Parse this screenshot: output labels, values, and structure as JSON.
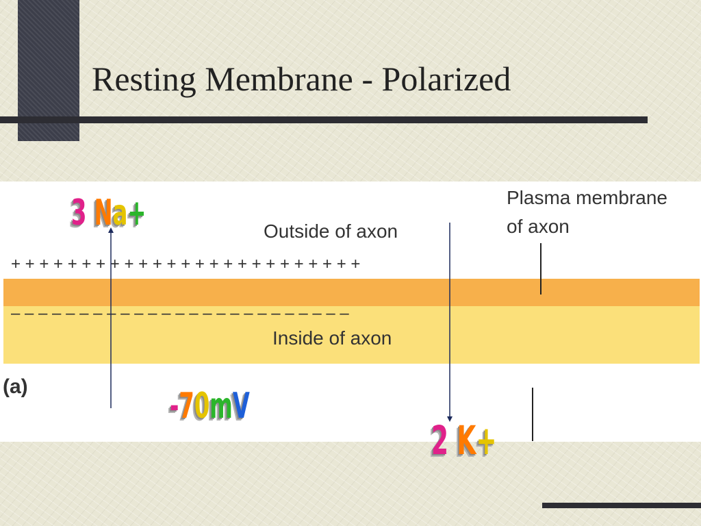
{
  "slide": {
    "title": "Resting Membrane - Polarized"
  },
  "diagram": {
    "outside_label": "Outside of axon",
    "inside_label": "Inside of axon",
    "membrane_label_line1": "Plasma membrane",
    "membrane_label_line2": "of axon",
    "panel_label": "(a)",
    "outer_charges": "+ + + + + + + + + + + + + + + + + + + + + + + + +",
    "inner_charges": "– – – – – – – – – – – – – – – – – – – – – – – – –",
    "colors": {
      "outer_layer": "#f7b04b",
      "inner_layer": "#fbe07a",
      "arrow": "#1c2a5c"
    }
  },
  "annotations": {
    "sodium": "3 Na+",
    "potential": "-70mV",
    "potassium": "2 K+",
    "rainbow_colors": [
      "#e0218a",
      "#ff7a00",
      "#e5c400",
      "#2bb52b",
      "#1e5fd8",
      "#8a2be2"
    ]
  }
}
